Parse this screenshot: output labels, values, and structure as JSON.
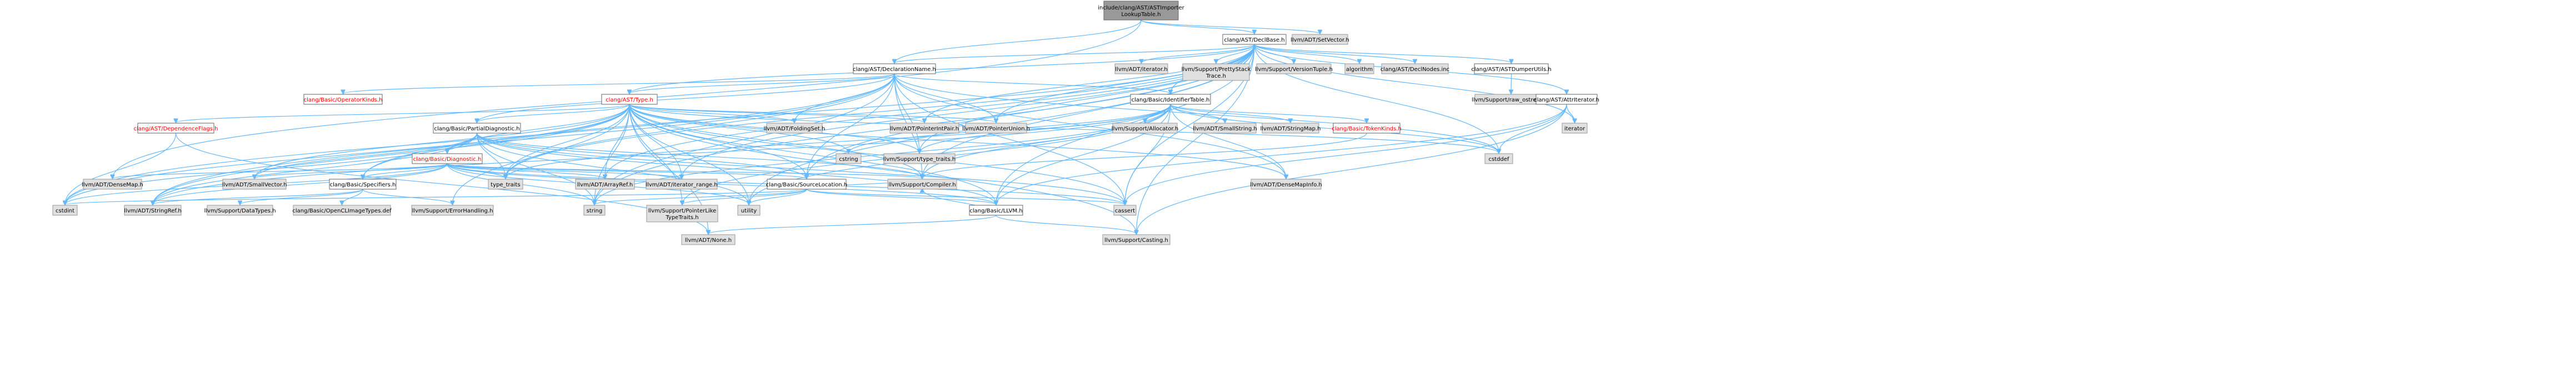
{
  "palette": {
    "edge": "#63b8ff",
    "root_fill": "#999999",
    "documented_fill": "#ffffff",
    "external_fill": "#e0e0e0",
    "incomplete_label": "#ff0000"
  },
  "nodes": [
    {
      "id": "root",
      "lines": [
        "include/clang/AST/ASTImporter",
        "LookupTable.h"
      ],
      "kind": "root"
    },
    {
      "id": "declbase",
      "lines": [
        "clang/AST/DeclBase.h"
      ],
      "kind": "plain"
    },
    {
      "id": "setvector",
      "lines": [
        "llvm/ADT/SetVector.h"
      ],
      "kind": "grey"
    },
    {
      "id": "declname",
      "lines": [
        "clang/AST/DeclarationName.h"
      ],
      "kind": "plain"
    },
    {
      "id": "iterator_h",
      "lines": [
        "llvm/ADT/iterator.h"
      ],
      "kind": "grey"
    },
    {
      "id": "prettystack",
      "lines": [
        "llvm/Support/PrettyStack",
        "Trace.h"
      ],
      "kind": "grey"
    },
    {
      "id": "versiontuple",
      "lines": [
        "llvm/Support/VersionTuple.h"
      ],
      "kind": "grey"
    },
    {
      "id": "algorithm",
      "lines": [
        "algorithm"
      ],
      "kind": "grey"
    },
    {
      "id": "declnodes",
      "lines": [
        "clang/AST/DeclNodes.inc"
      ],
      "kind": "grey"
    },
    {
      "id": "dumperutils",
      "lines": [
        "clang/AST/ASTDumperUtils.h"
      ],
      "kind": "plain"
    },
    {
      "id": "rawostream",
      "lines": [
        "llvm/Support/raw_ostream.h"
      ],
      "kind": "grey"
    },
    {
      "id": "opkinds",
      "lines": [
        "clang/Basic/OperatorKinds.h"
      ],
      "kind": "plain",
      "red": true
    },
    {
      "id": "type_h",
      "lines": [
        "clang/AST/Type.h"
      ],
      "kind": "plain",
      "red": true
    },
    {
      "id": "identtable",
      "lines": [
        "clang/Basic/IdentifierTable.h"
      ],
      "kind": "plain"
    },
    {
      "id": "attriter",
      "lines": [
        "clang/AST/AttrIterator.h"
      ],
      "kind": "plain"
    },
    {
      "id": "depflags",
      "lines": [
        "clang/AST/DependenceFlags.h"
      ],
      "kind": "plain",
      "red": true
    },
    {
      "id": "partialdiag",
      "lines": [
        "clang/Basic/PartialDiagnostic.h"
      ],
      "kind": "plain"
    },
    {
      "id": "foldingset",
      "lines": [
        "llvm/ADT/FoldingSet.h"
      ],
      "kind": "grey"
    },
    {
      "id": "ptrintpair",
      "lines": [
        "llvm/ADT/PointerIntPair.h"
      ],
      "kind": "grey"
    },
    {
      "id": "ptrunion",
      "lines": [
        "llvm/ADT/PointerUnion.h"
      ],
      "kind": "grey"
    },
    {
      "id": "diagnostic",
      "lines": [
        "clang/Basic/Diagnostic.h"
      ],
      "kind": "plain",
      "red": true
    },
    {
      "id": "cstring",
      "lines": [
        "cstring"
      ],
      "kind": "grey"
    },
    {
      "id": "suptypetraits",
      "lines": [
        "llvm/Support/type_traits.h"
      ],
      "kind": "grey"
    },
    {
      "id": "allocator",
      "lines": [
        "llvm/Support/Allocator.h"
      ],
      "kind": "grey"
    },
    {
      "id": "smallstring",
      "lines": [
        "llvm/ADT/SmallString.h"
      ],
      "kind": "grey"
    },
    {
      "id": "stringmap",
      "lines": [
        "llvm/ADT/StringMap.h"
      ],
      "kind": "grey"
    },
    {
      "id": "tokenkinds",
      "lines": [
        "clang/Basic/TokenKinds.h"
      ],
      "kind": "plain",
      "red": true
    },
    {
      "id": "cstddef",
      "lines": [
        "cstddef"
      ],
      "kind": "grey"
    },
    {
      "id": "iterator",
      "lines": [
        "iterator"
      ],
      "kind": "grey"
    },
    {
      "id": "densemap",
      "lines": [
        "llvm/ADT/DenseMap.h"
      ],
      "kind": "grey"
    },
    {
      "id": "specifiers",
      "lines": [
        "clang/Basic/Specifiers.h"
      ],
      "kind": "plain"
    },
    {
      "id": "smallvector",
      "lines": [
        "llvm/ADT/SmallVector.h"
      ],
      "kind": "grey"
    },
    {
      "id": "type_traits",
      "lines": [
        "type_traits"
      ],
      "kind": "grey"
    },
    {
      "id": "arrayref",
      "lines": [
        "llvm/ADT/ArrayRef.h"
      ],
      "kind": "grey"
    },
    {
      "id": "iterrange",
      "lines": [
        "llvm/ADT/iterator_range.h"
      ],
      "kind": "grey"
    },
    {
      "id": "srcloc",
      "lines": [
        "clang/Basic/SourceLocation.h"
      ],
      "kind": "plain"
    },
    {
      "id": "compiler",
      "lines": [
        "llvm/Support/Compiler.h"
      ],
      "kind": "grey"
    },
    {
      "id": "densemapinfo",
      "lines": [
        "llvm/ADT/DenseMapInfo.h"
      ],
      "kind": "grey"
    },
    {
      "id": "cstdint",
      "lines": [
        "cstdint"
      ],
      "kind": "grey"
    },
    {
      "id": "stringref",
      "lines": [
        "llvm/ADT/StringRef.h"
      ],
      "kind": "grey"
    },
    {
      "id": "datatypes",
      "lines": [
        "llvm/Support/DataTypes.h"
      ],
      "kind": "grey"
    },
    {
      "id": "openclimg",
      "lines": [
        "clang/Basic/OpenCLImageTypes.def"
      ],
      "kind": "grey"
    },
    {
      "id": "errhandling",
      "lines": [
        "llvm/Support/ErrorHandling.h"
      ],
      "kind": "grey"
    },
    {
      "id": "string",
      "lines": [
        "string"
      ],
      "kind": "grey"
    },
    {
      "id": "ptrliketraits",
      "lines": [
        "llvm/Support/PointerLike",
        "TypeTraits.h"
      ],
      "kind": "grey"
    },
    {
      "id": "utility",
      "lines": [
        "utility"
      ],
      "kind": "grey"
    },
    {
      "id": "llvm_h",
      "lines": [
        "clang/Basic/LLVM.h"
      ],
      "kind": "plain"
    },
    {
      "id": "cassert",
      "lines": [
        "cassert"
      ],
      "kind": "grey"
    },
    {
      "id": "none",
      "lines": [
        "llvm/ADT/None.h"
      ],
      "kind": "grey"
    },
    {
      "id": "casting",
      "lines": [
        "llvm/Support/Casting.h"
      ],
      "kind": "grey"
    }
  ]
}
